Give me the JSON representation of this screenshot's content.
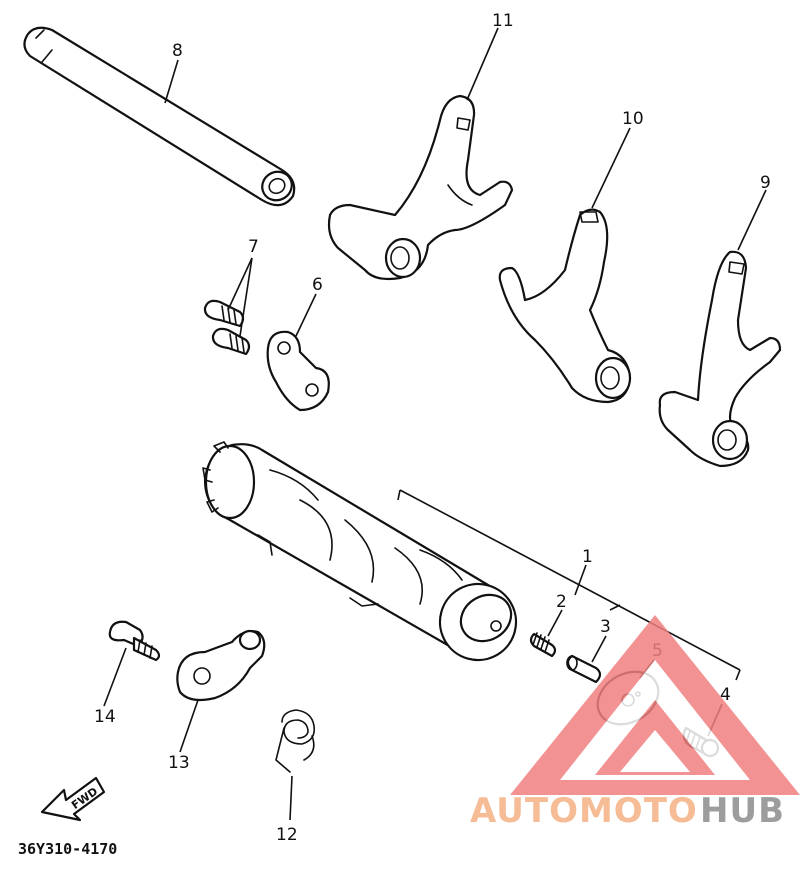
{
  "callouts": {
    "c1": "1",
    "c2": "2",
    "c3": "3",
    "c4": "4",
    "c5": "5",
    "c6": "6",
    "c7": "7",
    "c8": "8",
    "c9": "9",
    "c10": "10",
    "c11": "11",
    "c12": "12",
    "c13": "13",
    "c14": "14"
  },
  "diagram_code": "36Y310-4170",
  "fwd_arrow_label": "FWD",
  "watermark": {
    "part1": "AUTOMOTO",
    "part2": "HUB",
    "color1": "#F4B183",
    "color2": "#8C8C8C",
    "triangle_color": "#F08080"
  }
}
